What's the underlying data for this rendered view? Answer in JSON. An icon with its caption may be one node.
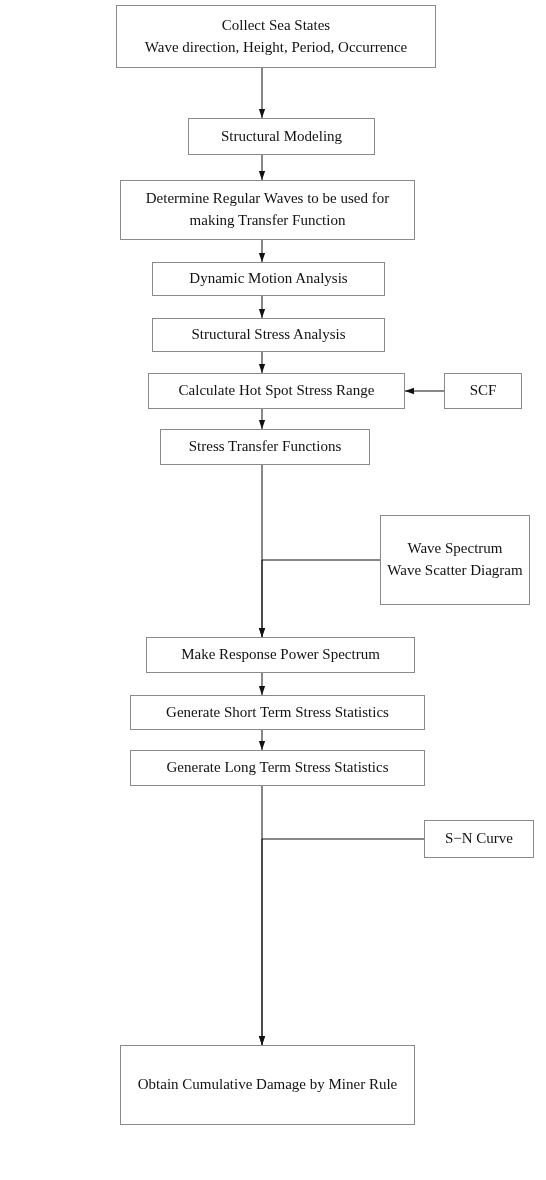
{
  "diagram": {
    "nodes": [
      {
        "text": [
          "Collect Sea States",
          "Wave direction, Height, Period, Occurrence"
        ]
      },
      {
        "text": [
          "Structural Modeling"
        ]
      },
      {
        "text": [
          "Determine Regular Waves to be used for making Transfer Function"
        ]
      },
      {
        "text": [
          "Dynamic Motion Analysis"
        ]
      },
      {
        "text": [
          "Structural Stress Analysis"
        ]
      },
      {
        "text": [
          "Calculate Hot Spot Stress Range"
        ]
      },
      {
        "text": [
          "SCF"
        ]
      },
      {
        "text": [
          "Stress Transfer Functions"
        ]
      },
      {
        "text": [
          "Wave Spectrum",
          "Wave Scatter Diagram"
        ]
      },
      {
        "text": [
          "Make Response Power Spectrum"
        ]
      },
      {
        "text": [
          "Generate Short Term Stress Statistics"
        ]
      },
      {
        "text": [
          "Generate Long Term Stress Statistics"
        ]
      },
      {
        "text": [
          "S−N Curve"
        ]
      },
      {
        "text": [
          "Obtain Cumulative Damage by Miner Rule"
        ]
      }
    ],
    "edges": [
      {
        "from": 0,
        "to": 1,
        "arrow": "to"
      },
      {
        "from": 1,
        "to": 2,
        "arrow": "to"
      },
      {
        "from": 2,
        "to": 3,
        "arrow": "to"
      },
      {
        "from": 3,
        "to": 4,
        "arrow": "to"
      },
      {
        "from": 4,
        "to": 5,
        "arrow": "to"
      },
      {
        "from": 6,
        "to": 5,
        "arrow": "to"
      },
      {
        "from": 5,
        "to": 7,
        "arrow": "to"
      },
      {
        "from": 7,
        "to": 9,
        "arrow": "to"
      },
      {
        "from": 8,
        "to": 9,
        "arrow": "to"
      },
      {
        "from": 9,
        "to": 10,
        "arrow": "to"
      },
      {
        "from": 10,
        "to": 11,
        "arrow": "to"
      },
      {
        "from": 11,
        "to": 13,
        "arrow": "to"
      },
      {
        "from": 12,
        "to": 13,
        "arrow": "to"
      }
    ]
  }
}
